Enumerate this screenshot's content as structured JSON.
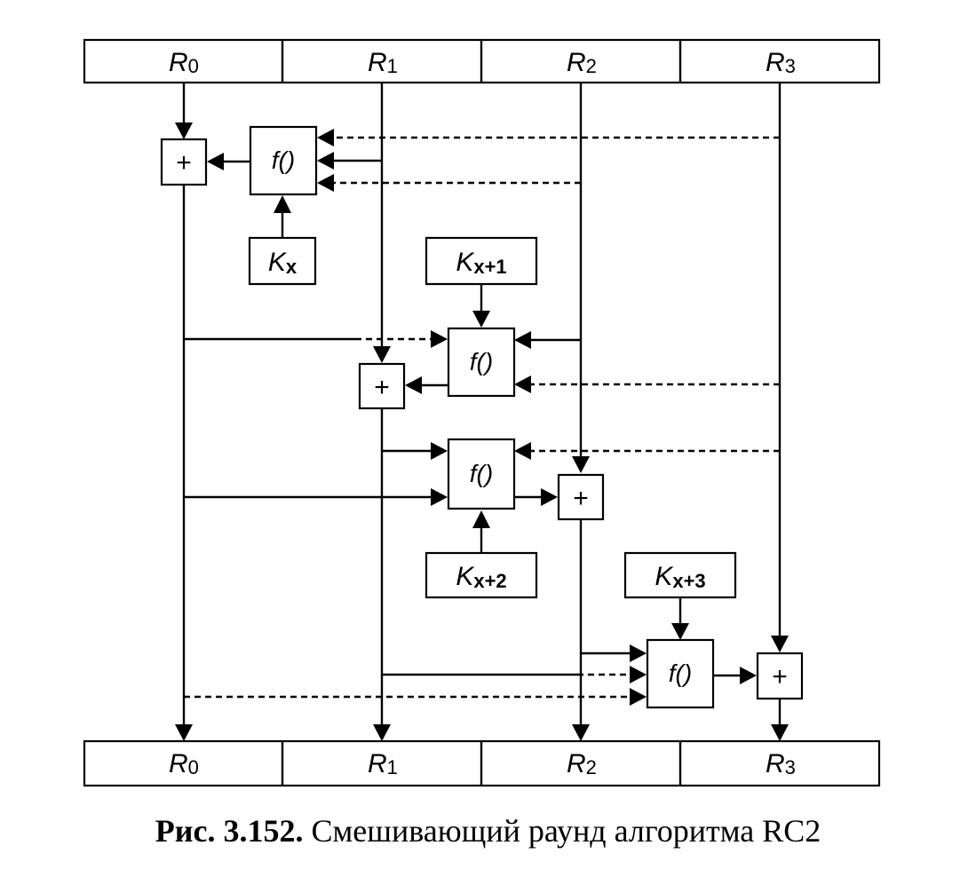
{
  "registers_top": [
    {
      "name": "R",
      "index": "0"
    },
    {
      "name": "R",
      "index": "1"
    },
    {
      "name": "R",
      "index": "2"
    },
    {
      "name": "R",
      "index": "3"
    }
  ],
  "registers_bottom": [
    {
      "name": "R",
      "index": "0"
    },
    {
      "name": "R",
      "index": "1"
    },
    {
      "name": "R",
      "index": "2"
    },
    {
      "name": "R",
      "index": "3"
    }
  ],
  "function_label": "f()",
  "adder_label": "+",
  "keys": [
    {
      "name": "K",
      "index": "x"
    },
    {
      "name": "K",
      "index": "x+1"
    },
    {
      "name": "K",
      "index": "x+2"
    },
    {
      "name": "K",
      "index": "x+3"
    }
  ],
  "caption": {
    "number": "Рис. 3.152.",
    "text": " Смешивающий раунд алгоритма RC2"
  }
}
